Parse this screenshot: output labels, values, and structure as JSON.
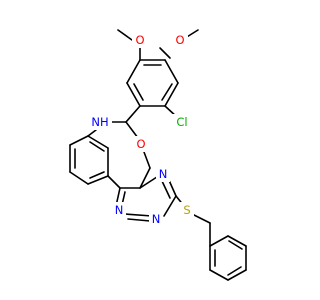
{
  "structure": {
    "kind": "chemical-structure",
    "atom_labels": {
      "methoxy_o1": "O",
      "methoxy_o2": "O",
      "chloro": "Cl",
      "amine": "NH",
      "ring_oxygen": "O",
      "triazine_n1": "N",
      "triazine_n2": "N",
      "triazine_n3": "N",
      "sulfur": "S"
    },
    "colors": {
      "carbon_bond": "#000000",
      "oxygen": "#ff0000",
      "nitrogen": "#0000ff",
      "chlorine": "#00b000",
      "sulfur": "#b8a000"
    }
  }
}
